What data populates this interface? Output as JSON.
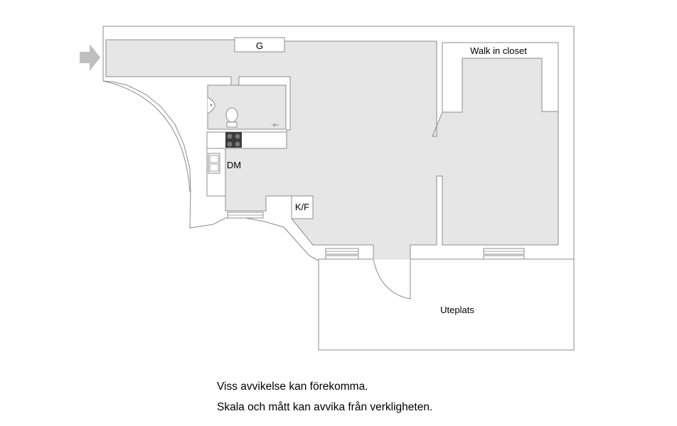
{
  "floorplan": {
    "labels": {
      "garderob": "G",
      "walk_in_closet": "Walk in closet",
      "diskmaskin": "DM",
      "kyl_frys": "K/F",
      "uteplats": "Uteplats"
    }
  },
  "disclaimer": {
    "line1": "Viss avvikelse kan förekomma.",
    "line2": "Skala och mått kan avvika från verkligheten."
  },
  "colors": {
    "floor": "#e6e6e6",
    "wall": "#ffffff",
    "line": "#8c8c8c",
    "entrance_arrow": "#bfbfbf",
    "stove": "#3a3a3a"
  }
}
